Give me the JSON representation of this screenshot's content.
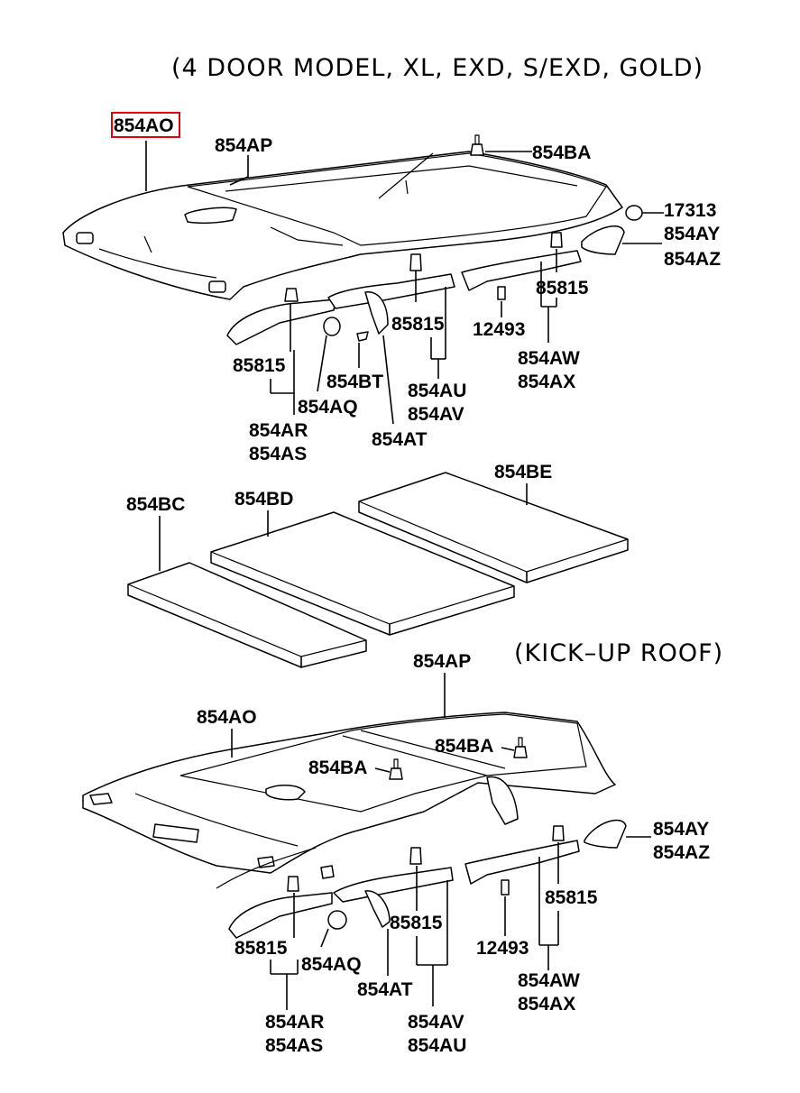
{
  "captions": {
    "top": "(4 DOOR MODEL, XL, EXD, S/EXD, GOLD)",
    "kick": "(KICK–UP ROOF)"
  },
  "highlight_color": "#e0000f",
  "top_section": {
    "l_854AO": "854AO",
    "l_854AP": "854AP",
    "l_854BA": "854BA",
    "l_17313": "17313",
    "l_854AY": "854AY",
    "l_854AZ": "854AZ",
    "l_85815_right": "85815",
    "l_85815_mid": "85815",
    "l_85815_left": "85815",
    "l_12493": "12493",
    "l_854AW": "854AW",
    "l_854AX": "854AX",
    "l_854BT": "854BT",
    "l_854AQ": "854AQ",
    "l_854AU": "854AU",
    "l_854AV": "854AV",
    "l_854AT": "854AT",
    "l_854AR": "854AR",
    "l_854AS": "854AS"
  },
  "pads": {
    "l_854BC": "854BC",
    "l_854BD": "854BD",
    "l_854BE": "854BE"
  },
  "bottom_section": {
    "l_854AP": "854AP",
    "l_854AO": "854AO",
    "l_854BA_a": "854BA",
    "l_854BA_b": "854BA",
    "l_854AY": "854AY",
    "l_854AZ": "854AZ",
    "l_85815_right": "85815",
    "l_85815_mid": "85815",
    "l_85815_left": "85815",
    "l_12493": "12493",
    "l_854AW": "854AW",
    "l_854AX": "854AX",
    "l_854AQ": "854AQ",
    "l_854AT": "854AT",
    "l_854AV": "854AV",
    "l_854AU": "854AU",
    "l_854AR": "854AR",
    "l_854AS": "854AS"
  }
}
